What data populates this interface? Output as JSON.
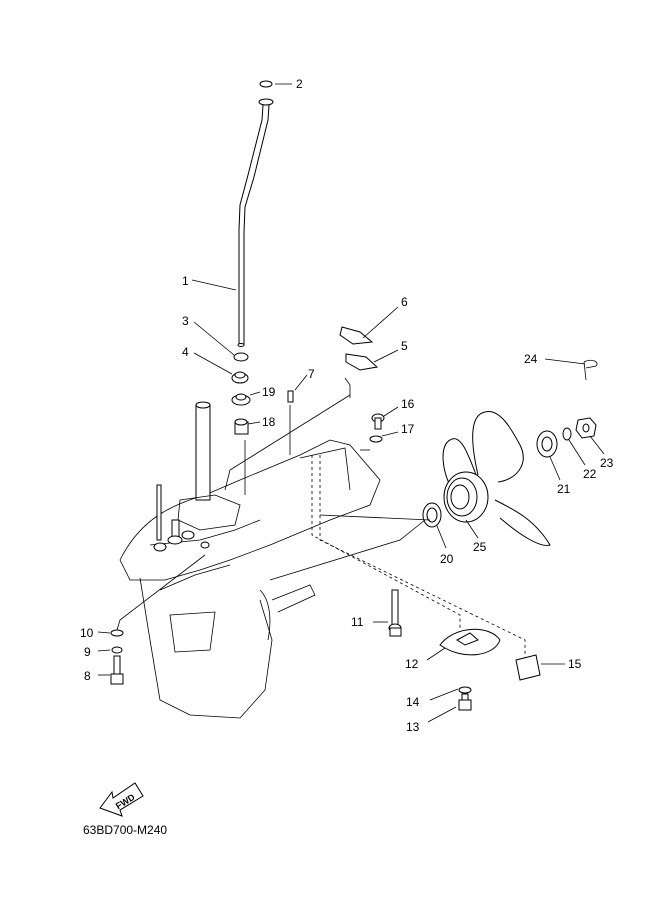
{
  "diagram": {
    "caption": "63BD700-M240",
    "fwd_label": "FWD",
    "callouts": [
      "1",
      "2",
      "3",
      "4",
      "5",
      "6",
      "7",
      "8",
      "9",
      "10",
      "11",
      "12",
      "13",
      "14",
      "15",
      "16",
      "17",
      "18",
      "19",
      "20",
      "21",
      "22",
      "23",
      "24",
      "25"
    ]
  }
}
